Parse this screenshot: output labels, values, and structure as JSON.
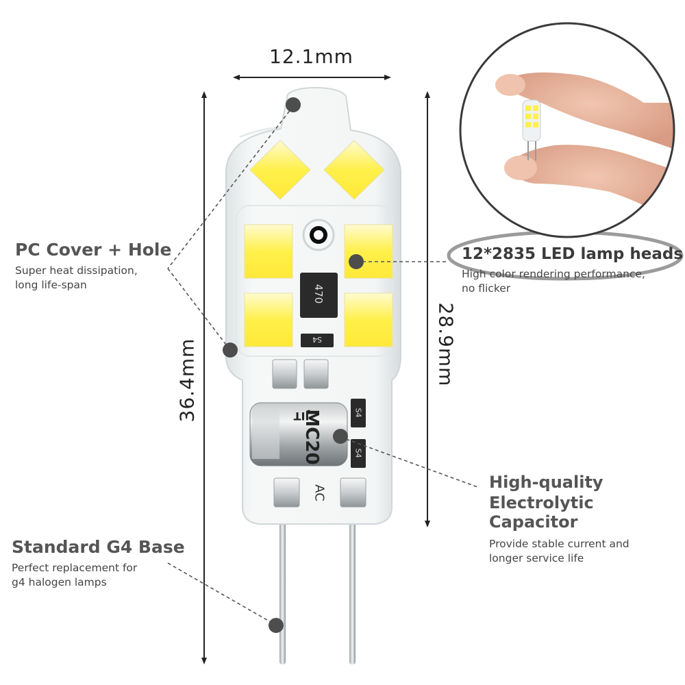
{
  "dimensions": {
    "width": "12.1mm",
    "height_total": "36.4mm",
    "height_body": "28.9mm"
  },
  "callouts": {
    "pc_cover": {
      "title": "PC Cover + Hole",
      "desc_line1": "Super heat dissipation,",
      "desc_line2": "long life-span"
    },
    "led_heads": {
      "title": "12*2835 LED lamp heads",
      "desc_line1": "High color rendering performance,",
      "desc_line2": "no flicker"
    },
    "capacitor": {
      "title_line1": "High-quality",
      "title_line2": "Electrolytic Capacitor",
      "desc_line1": "Provide stable current and",
      "desc_line2": "longer service life"
    },
    "base": {
      "title": "Standard G4 Base",
      "desc_line1": "Perfect replacement for",
      "desc_line2": "g4 halogen lamps"
    }
  },
  "component_marks": {
    "resistor": "470",
    "diode_top": "S4",
    "diode_mid": "S4",
    "diode_bottom": "S4",
    "capacitor_code": "MC20",
    "capacitor_brand": "JIT",
    "ac_mark": "AC"
  },
  "colors": {
    "led": "#fff04a",
    "led_glow": "#fffbd0",
    "cover": "#eef2f3",
    "dot": "#4d4d4d"
  }
}
